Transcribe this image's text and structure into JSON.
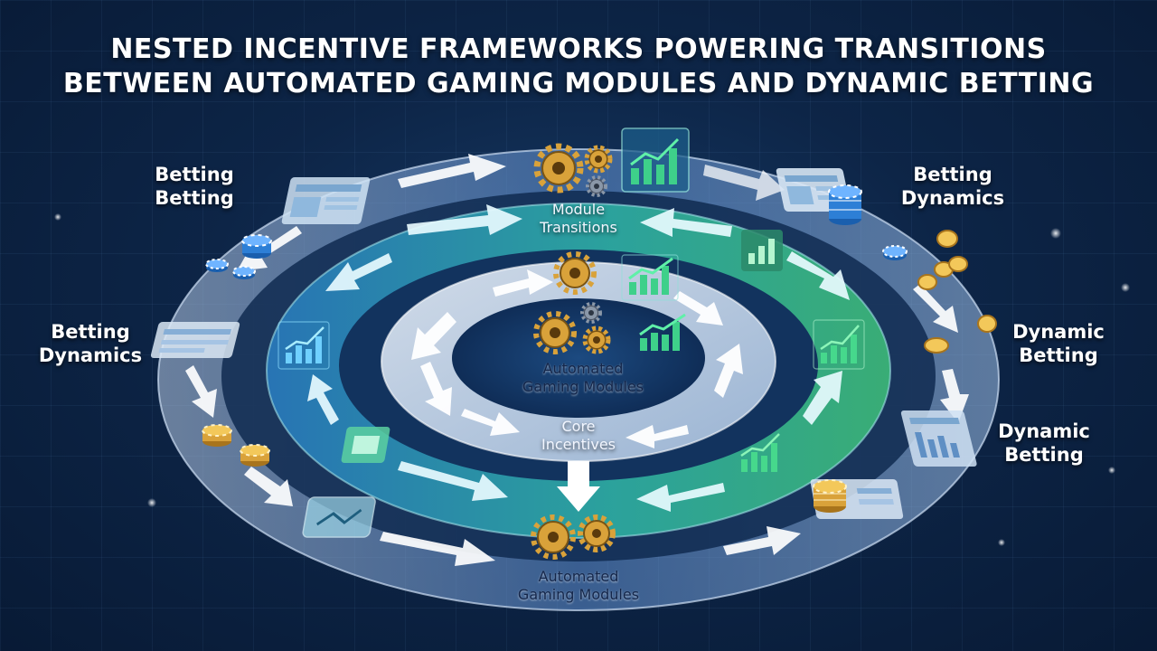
{
  "title": {
    "line1": "NESTED INCENTIVE FRAMEWORKS POWERING TRANSITIONS",
    "line2": "BETWEEN AUTOMATED GAMING MODULES AND DYNAMIC BETTING"
  },
  "labels": {
    "top_left": [
      "Betting",
      "Betting"
    ],
    "top_right": [
      "Betting",
      "Dynamics"
    ],
    "mid_left": [
      "Betting",
      "Dynamics"
    ],
    "mid_right": [
      "Dynamic",
      "Betting"
    ],
    "low_right": [
      "Dynamic",
      "Betting"
    ],
    "module_transitions": [
      "Module",
      "Transitions"
    ],
    "inner_modules": [
      "Automated",
      "Gaming Modules"
    ],
    "core": [
      "Core",
      "Incentives"
    ],
    "bottom_modules": [
      "Automated",
      "Gaming Modules"
    ]
  },
  "colors": {
    "outer_ring": "#8fb3e0",
    "middle_ring": "#2fa0c8",
    "inner_ring": "#c9d8ea",
    "gear": "#d9a23a",
    "chip": "#3d8fe0",
    "coin": "#e8b33a",
    "arrow": "#ffffff"
  },
  "icons": [
    "gear-icon",
    "bar-chart-icon",
    "poker-chip-icon",
    "gold-coin-icon",
    "dashboard-card-icon",
    "arrow-icon"
  ]
}
